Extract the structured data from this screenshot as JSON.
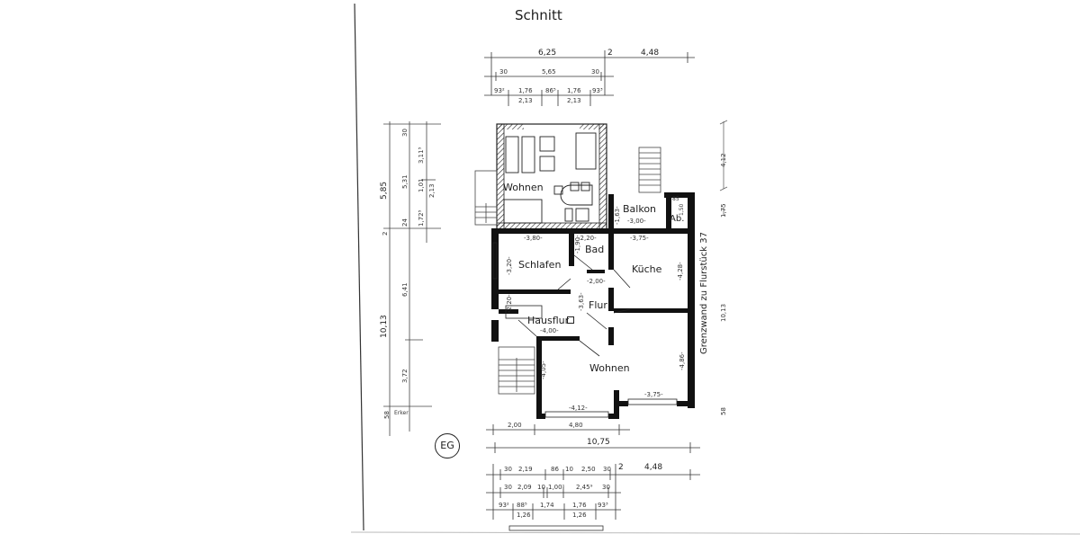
{
  "drawing": {
    "title": "Schnitt",
    "floor_label": "EG",
    "boundary_note": "Grenzwand zu Flurstück 37",
    "erker_label": "Erker"
  },
  "rooms_upper": [
    {
      "name": "Wohnen"
    },
    {
      "name": "Balkon",
      "width": "-3,00-",
      "depth": "-1,63-"
    },
    {
      "name": "Ab.",
      "width": "85",
      "depth": "1,50"
    }
  ],
  "rooms_ground": [
    {
      "name": "Schlafen",
      "width": "-3,80-",
      "depth": "-3,20-"
    },
    {
      "name": "Bad",
      "width": "-2,20-",
      "depth": "-1,90-"
    },
    {
      "name": "Küche",
      "width": "-3,75-",
      "depth": "-4,28-"
    },
    {
      "name": "Flur",
      "width": "-2,00-",
      "depth": "-3,63-"
    },
    {
      "name": "Hausflur",
      "width": "-4,00-",
      "depth": "-2,20-"
    },
    {
      "name": "Wohnen",
      "width": "-4,12-",
      "width2": "-3,75-",
      "depth": "-4,05-",
      "depth2": "-4,86-"
    }
  ],
  "dimensions_top": {
    "overall": "6,25",
    "gap": "2",
    "right": "4,48",
    "row2": [
      "30",
      "5,65",
      "30"
    ],
    "row3": [
      "93²",
      "1,76",
      "86⁵",
      "1,76",
      "93³"
    ],
    "row3_sub": [
      "2,13",
      "2,13"
    ]
  },
  "dimensions_left": {
    "outer": [
      "5,85",
      "2",
      "10,13",
      "58"
    ],
    "middle": [
      "30",
      "5,31",
      "24",
      "6,41",
      "3,72"
    ],
    "inner": [
      "3,11⁵",
      "1,01",
      "2,13",
      "1,72⁵"
    ]
  },
  "dimensions_right": [
    "4,12",
    "1,75",
    "10,13",
    "58"
  ],
  "dimensions_bottom": {
    "row1": [
      "2,00",
      "4,80"
    ],
    "overall": "10,75",
    "row3": [
      "30",
      "2,19",
      "86",
      "10",
      "2,50",
      "30",
      "2",
      "4,48"
    ],
    "row4": [
      "30",
      "2,09",
      "10",
      "1,00¹",
      "2,45⁹",
      "30"
    ],
    "row5": [
      "93²",
      "88⁵",
      "1,74",
      "1,76",
      "93³"
    ],
    "row5_sub": [
      "1,26",
      "1,26"
    ]
  }
}
